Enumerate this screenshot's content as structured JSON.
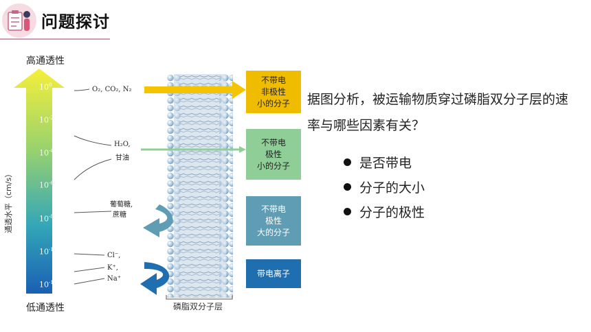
{
  "header": {
    "title": "问题探讨"
  },
  "diagram": {
    "high_label": "高通透性",
    "low_label": "低通透性",
    "y_axis_label": "通透水平（cm/s）",
    "ticks": [
      {
        "base": "10",
        "exp": "0"
      },
      {
        "base": "10",
        "exp": "-2"
      },
      {
        "base": "10",
        "exp": "-4"
      },
      {
        "base": "10",
        "exp": "-6"
      },
      {
        "base": "10",
        "exp": "-8"
      },
      {
        "base": "10",
        "exp": "-10"
      },
      {
        "base": "10",
        "exp": "-12"
      }
    ],
    "molecules": {
      "gases": "O₂, CO₂, N₂",
      "water": "H₂O,",
      "glycerol": "甘油",
      "glucose": "葡萄糖,",
      "sucrose": "蔗糖",
      "cl": "Cl⁻,",
      "k": "K⁺,",
      "na": "Na⁺"
    },
    "boxes": [
      {
        "lines": [
          "不带电",
          "非极性",
          "小的分子"
        ],
        "color": "#f0bc00"
      },
      {
        "lines": [
          "不带电",
          "极性",
          "小的分子"
        ],
        "color": "#8fcf97"
      },
      {
        "lines": [
          "不带电",
          "极性",
          "大的分子"
        ],
        "color": "#5f9db5"
      },
      {
        "lines": [
          "带电离子"
        ],
        "color": "#1f6fb0"
      }
    ],
    "membrane_label": "磷脂双分子层"
  },
  "question": {
    "text": "据图分析，被运输物质穿过磷脂双分子层的速率与哪些因素有关？",
    "bullets": [
      "是否带电",
      "分子的大小",
      "分子的极性"
    ]
  }
}
